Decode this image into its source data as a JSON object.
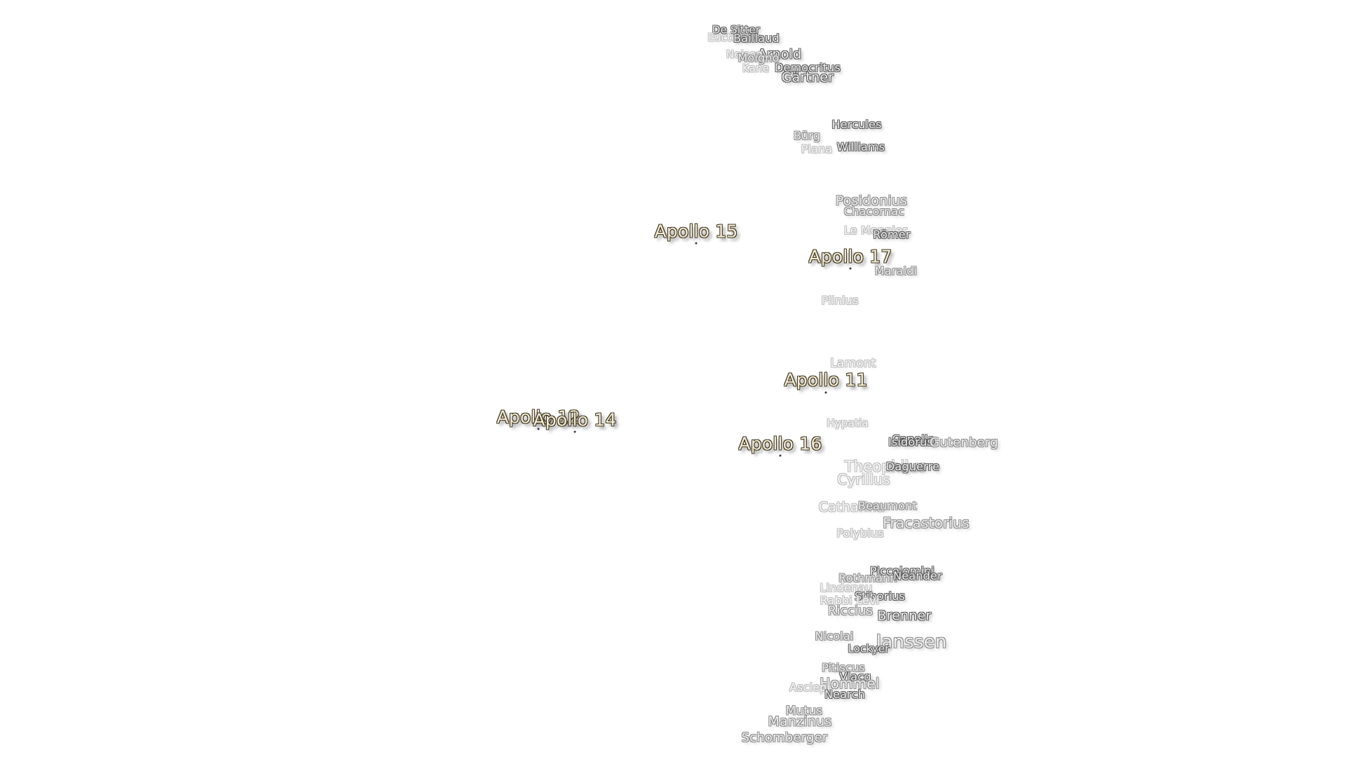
{
  "map": {
    "background": "#ffffff",
    "apollo_label_color": "#f5ecd2",
    "crater_label_color": "#f3f3f3",
    "apollo_sites": [
      {
        "name": "Apollo 15"
      },
      {
        "name": "Apollo 17"
      },
      {
        "name": "Apollo 11"
      },
      {
        "name": "Apollo 12"
      },
      {
        "name": "Apollo 14"
      },
      {
        "name": "Apollo 16"
      }
    ],
    "craters": [
      {
        "name": "De Sitter"
      },
      {
        "name": "Euctemon"
      },
      {
        "name": "Baillaud"
      },
      {
        "name": "Arnold"
      },
      {
        "name": "Neison"
      },
      {
        "name": "Moigno"
      },
      {
        "name": "Democritus"
      },
      {
        "name": "Kane"
      },
      {
        "name": "Gärtner"
      },
      {
        "name": "Hercules"
      },
      {
        "name": "Bürg"
      },
      {
        "name": "Williams"
      },
      {
        "name": "Plana"
      },
      {
        "name": "Posidonius"
      },
      {
        "name": "Chacornac"
      },
      {
        "name": "Le Monnier"
      },
      {
        "name": "Römer"
      },
      {
        "name": "Maraldi"
      },
      {
        "name": "Plinius"
      },
      {
        "name": "Lamont"
      },
      {
        "name": "Hypatia"
      },
      {
        "name": "Capella"
      },
      {
        "name": "Isidorus"
      },
      {
        "name": "Gutenberg"
      },
      {
        "name": "Theophilus"
      },
      {
        "name": "Daguerre"
      },
      {
        "name": "Cyrillus"
      },
      {
        "name": "Catharina"
      },
      {
        "name": "Beaumont"
      },
      {
        "name": "Fracastorius"
      },
      {
        "name": "Polybius"
      },
      {
        "name": "Piccolomini"
      },
      {
        "name": "Rothmann"
      },
      {
        "name": "Neander"
      },
      {
        "name": "Lindenau"
      },
      {
        "name": "Stiborius"
      },
      {
        "name": "Rabbi Levi"
      },
      {
        "name": "Riccius"
      },
      {
        "name": "Brenner"
      },
      {
        "name": "Nicolai"
      },
      {
        "name": "Janssen"
      },
      {
        "name": "Lockyer"
      },
      {
        "name": "Pitiscus"
      },
      {
        "name": "Vlacq"
      },
      {
        "name": "Hommel"
      },
      {
        "name": "Asclepi"
      },
      {
        "name": "Nearch"
      },
      {
        "name": "Mutus"
      },
      {
        "name": "Manzinus"
      },
      {
        "name": "Schomberger"
      }
    ]
  }
}
